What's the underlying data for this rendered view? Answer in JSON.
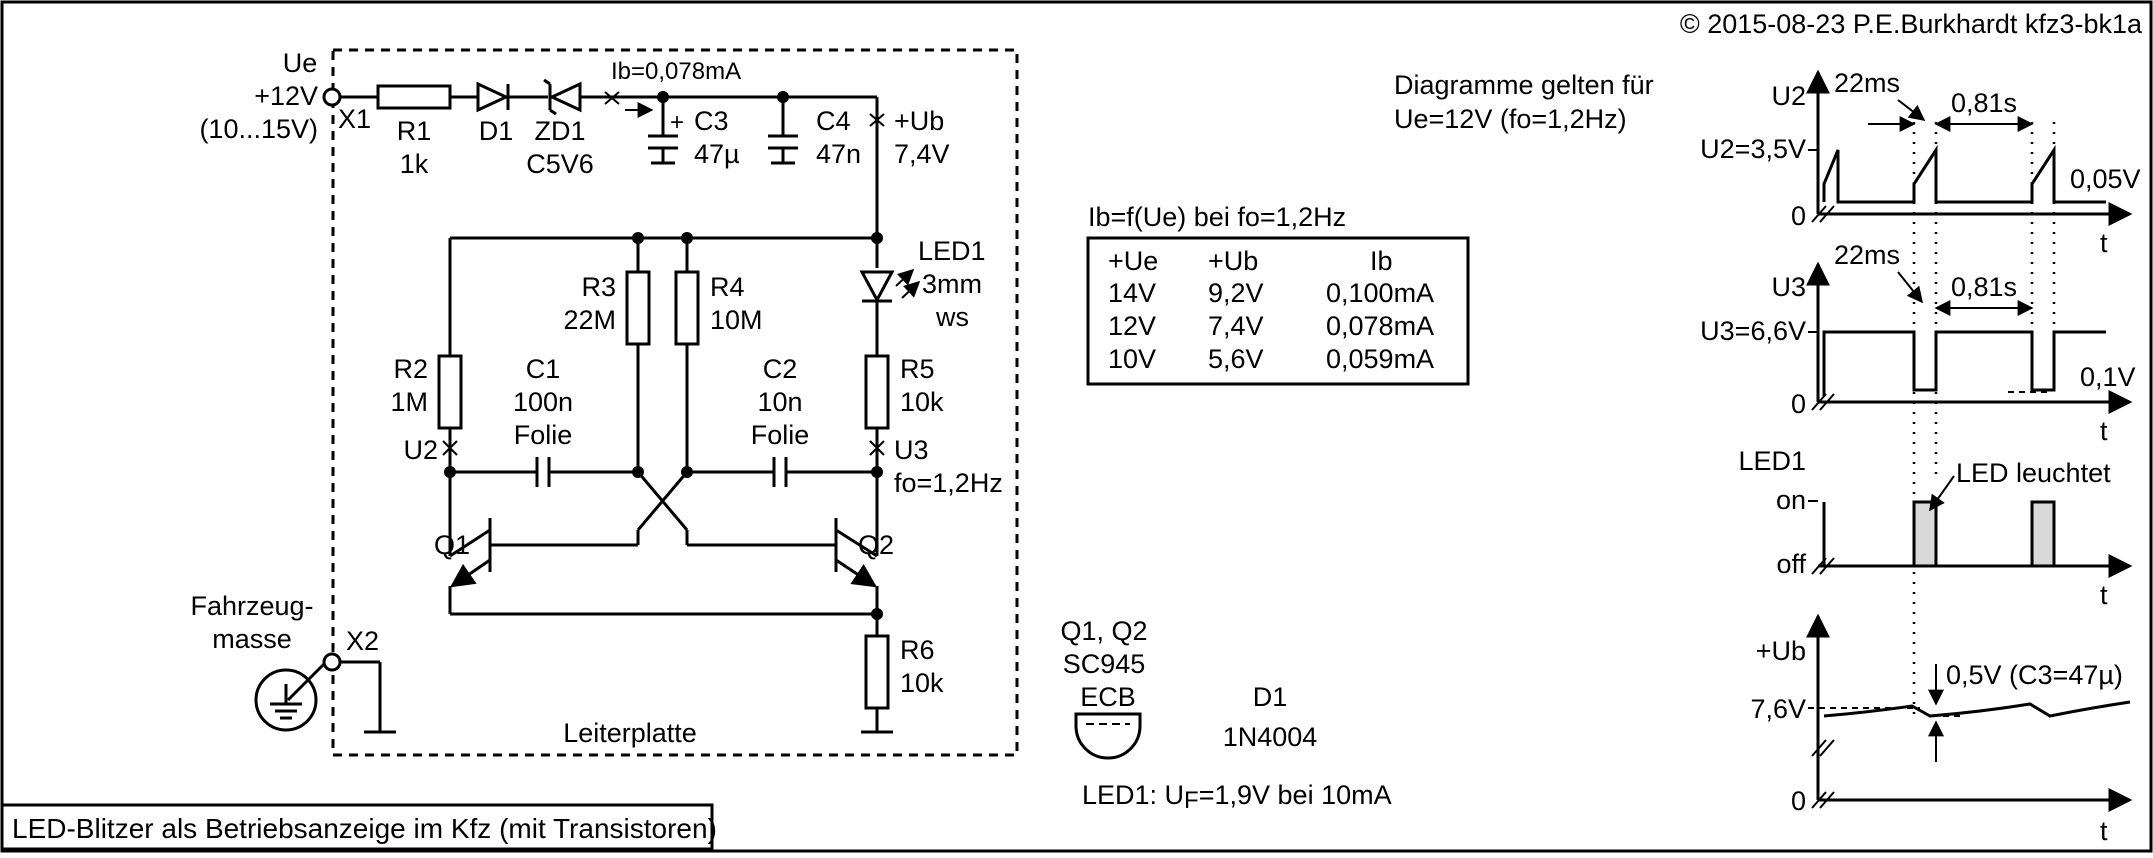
{
  "copyright": "© 2015-08-23 P.E.Burkhardt kfz3-bk1a",
  "title": "LED-Blitzer als Betriebsanzeige im Kfz (mit Transistoren)",
  "board_label": "Leiterplatte",
  "input": {
    "name": "Ue",
    "voltage": "+12V",
    "range": "(10...15V)",
    "terminal": "X1"
  },
  "ground": {
    "label_line1": "Fahrzeug-",
    "label_line2": "masse",
    "terminal": "X2"
  },
  "components": {
    "R1": {
      "name": "R1",
      "value": "1k"
    },
    "D1": {
      "name": "D1"
    },
    "ZD1": {
      "name": "ZD1",
      "value": "C5V6"
    },
    "Ib_label": "Ib=0,078mA",
    "C3": {
      "name": "C3",
      "value": "47µ"
    },
    "C4": {
      "name": "C4",
      "value": "47n"
    },
    "Ub": {
      "name": "+Ub",
      "value": "7,4V"
    },
    "R2": {
      "name": "R2",
      "value": "1M"
    },
    "R3": {
      "name": "R3",
      "value": "22M"
    },
    "R4": {
      "name": "R4",
      "value": "10M"
    },
    "R5": {
      "name": "R5",
      "value": "10k"
    },
    "R6": {
      "name": "R6",
      "value": "10k"
    },
    "C1": {
      "name": "C1",
      "value": "100n",
      "type": "Folie"
    },
    "C2": {
      "name": "C2",
      "value": "10n",
      "type": "Folie"
    },
    "LED1": {
      "name": "LED1",
      "size": "3mm",
      "color": "ws"
    },
    "U2": "U2",
    "U3": "U3",
    "fo": "fo=1,2Hz",
    "Q1": "Q1",
    "Q2": "Q2"
  },
  "transistor_info": {
    "names": "Q1, Q2",
    "type": "SC945",
    "pinout": "ECB"
  },
  "diode_info": {
    "name": "D1",
    "type": "1N4004"
  },
  "led_info": {
    "prefix": "LED1: U",
    "subscript": "F",
    "rest": "=1,9V bei 10mA"
  },
  "table": {
    "title": "Ib=f(Ue) bei fo=1,2Hz",
    "headers": [
      "+Ue",
      "+Ub",
      "Ib"
    ],
    "rows": [
      [
        "14V",
        "9,2V",
        "0,100mA"
      ],
      [
        "12V",
        "7,4V",
        "0,078mA"
      ],
      [
        "10V",
        "5,6V",
        "0,059mA"
      ]
    ]
  },
  "diagram_note": {
    "line1": "Diagramme gelten für",
    "line2": "Ue=12V (fo=1,2Hz)"
  },
  "plots": {
    "u2": {
      "axis": "U2",
      "level": "U2=3,5V",
      "zero": "0",
      "t": "t",
      "low": "0,05V",
      "pulse": "22ms",
      "period": "0,81s"
    },
    "u3": {
      "axis": "U3",
      "level": "U3=6,6V",
      "zero": "0",
      "t": "t",
      "low": "0,1V",
      "pulse": "22ms",
      "period": "0,81s"
    },
    "led": {
      "axis": "LED1",
      "on": "on",
      "off": "off",
      "t": "t",
      "note": "LED leuchtet"
    },
    "ub": {
      "axis": "+Ub",
      "level": "7,6V",
      "zero": "0",
      "t": "t",
      "dip": "0,5V (C3=47µ)"
    }
  }
}
